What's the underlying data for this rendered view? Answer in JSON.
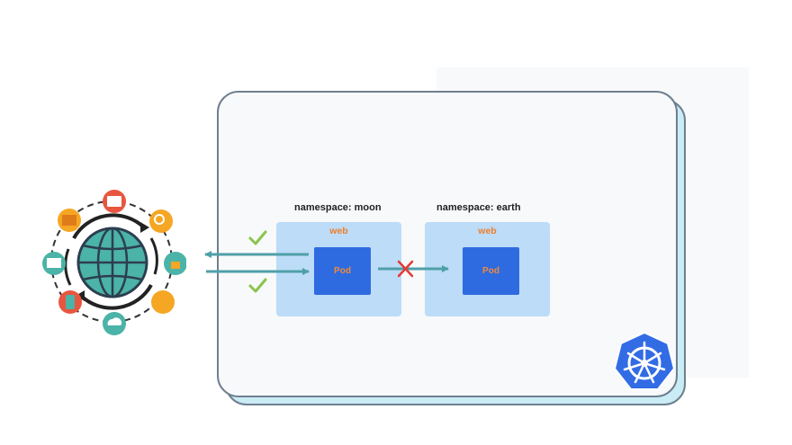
{
  "namespaces": [
    {
      "label": "namespace: moon",
      "deployment": "web",
      "pod": "Pod"
    },
    {
      "label": "namespace: earth",
      "deployment": "web",
      "pod": "Pod"
    }
  ],
  "colors": {
    "cluster_border": "#6f7f8f",
    "namespace_fill": "#bcdcf8",
    "pod_fill": "#2f6be0",
    "label_orange": "#f07d2a",
    "arrow": "#4fa0a8",
    "allowed_check": "#8bc34a",
    "denied_cross": "#e53935",
    "kubernetes_blue": "#326ce5"
  },
  "icons": [
    "globe-icon",
    "kubernetes-logo-icon",
    "check-icon",
    "cross-icon"
  ]
}
